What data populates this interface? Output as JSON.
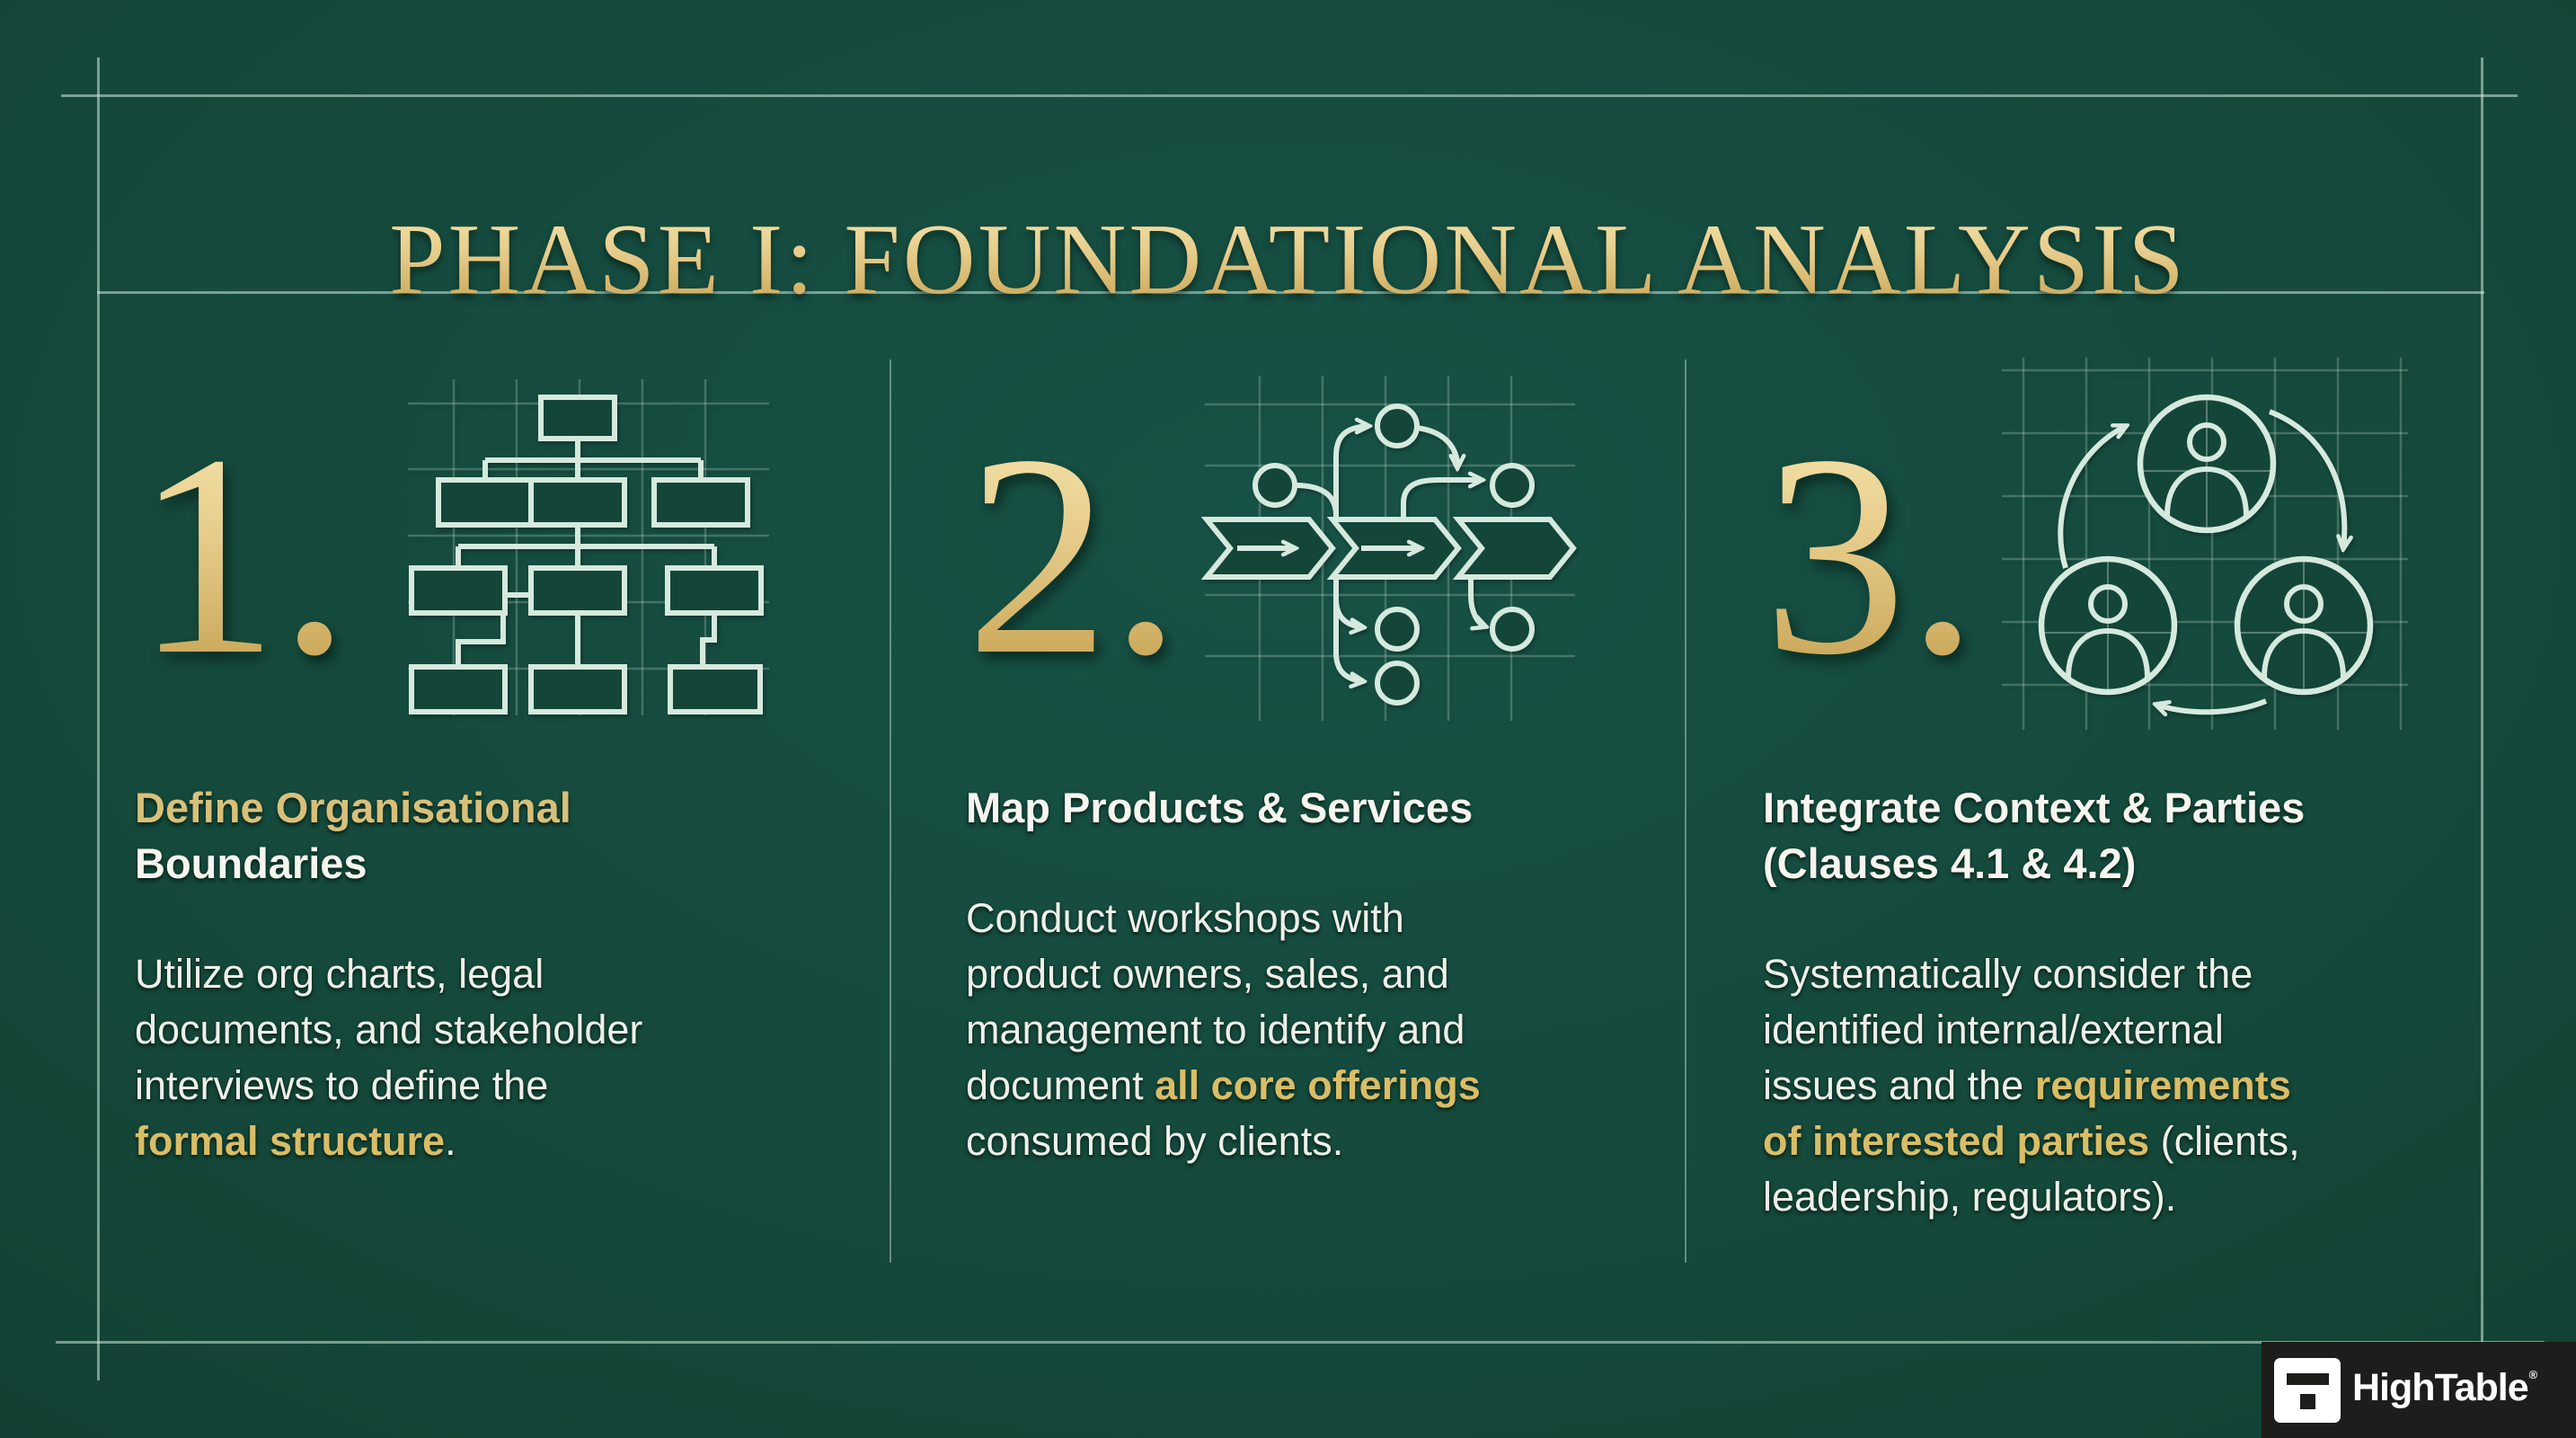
{
  "title": "PHASE I: FOUNDATIONAL ANALYSIS",
  "colors": {
    "background": "#144739",
    "frame_line": "#cee7da",
    "gold_title": "#e7cd8c",
    "gold_number": "#ddbb61",
    "gold_highlight": "#d9bd67",
    "text_white": "#f6f5ef",
    "icon_line": "#d6e9df",
    "logo_plate": "#1d1d1b"
  },
  "columns": [
    {
      "number": "1.",
      "icon": "org-chart-blueprint-icon",
      "heading": [
        {
          "t": "Define Organisational",
          "g": true
        },
        {
          "t": "Boundaries",
          "g": false
        }
      ],
      "body": [
        [
          {
            "t": "Utilize org charts, legal",
            "g": false
          }
        ],
        [
          {
            "t": "documents, and stakeholder",
            "g": false
          }
        ],
        [
          {
            "t": "interviews to define the",
            "g": false
          }
        ],
        [
          {
            "t": "formal structure",
            "g": true
          },
          {
            "t": ".",
            "g": false
          }
        ]
      ]
    },
    {
      "number": "2.",
      "icon": "process-flow-blueprint-icon",
      "heading": [
        {
          "t": "Map Products & Services",
          "g": false
        }
      ],
      "body": [
        [
          {
            "t": "Conduct workshops with",
            "g": false
          }
        ],
        [
          {
            "t": "product owners, sales, and",
            "g": false
          }
        ],
        [
          {
            "t": "management to identify and",
            "g": false
          }
        ],
        [
          {
            "t": "document ",
            "g": false
          },
          {
            "t": "all core offerings",
            "g": true
          }
        ],
        [
          {
            "t": "consumed by clients.",
            "g": false
          }
        ]
      ]
    },
    {
      "number": "3.",
      "icon": "people-cycle-blueprint-icon",
      "heading": [
        {
          "t": "Integrate Context & Parties",
          "g": false
        },
        {
          "t": "(Clauses 4.1 & 4.2)",
          "g": false
        }
      ],
      "body": [
        [
          {
            "t": "Systematically consider the",
            "g": false
          }
        ],
        [
          {
            "t": "identified internal/external",
            "g": false
          }
        ],
        [
          {
            "t": "issues and the ",
            "g": false
          },
          {
            "t": "requirements",
            "g": true
          }
        ],
        [
          {
            "t": "of interested parties",
            "g": true
          },
          {
            "t": " (clients,",
            "g": false
          }
        ],
        [
          {
            "t": "leadership, regulators).",
            "g": false
          }
        ]
      ]
    }
  ],
  "logo": {
    "text": "HighTable",
    "registered": "®"
  }
}
